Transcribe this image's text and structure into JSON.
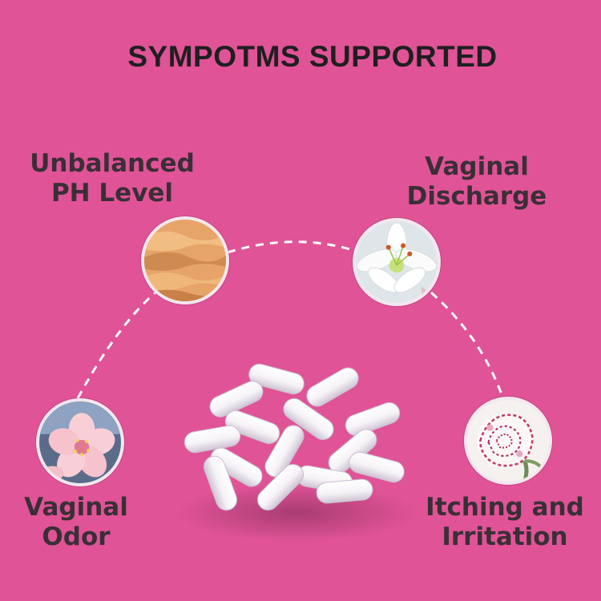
{
  "title": "SYMPOTMS SUPPORTED",
  "symptoms": [
    {
      "id": "ph",
      "line1": "Unbalanced",
      "line2": "PH Level",
      "icon": "sand-dunes-icon"
    },
    {
      "id": "discharge",
      "line1": "Vaginal",
      "line2": "Discharge",
      "icon": "lily-flower-icon"
    },
    {
      "id": "odor",
      "line1": "Vaginal",
      "line2": "Odor",
      "icon": "cherry-blossom-icon"
    },
    {
      "id": "itch",
      "line1": "Itching and",
      "line2": "Irritation",
      "icon": "carnation-flower-icon"
    }
  ],
  "colors": {
    "background": "#e05396",
    "text": "#3a2f36",
    "title": "#1f1f1f",
    "dashed_line": "#ffffff",
    "badge_ring": "#f4e7ee"
  },
  "center_image": "white-capsule-pile"
}
